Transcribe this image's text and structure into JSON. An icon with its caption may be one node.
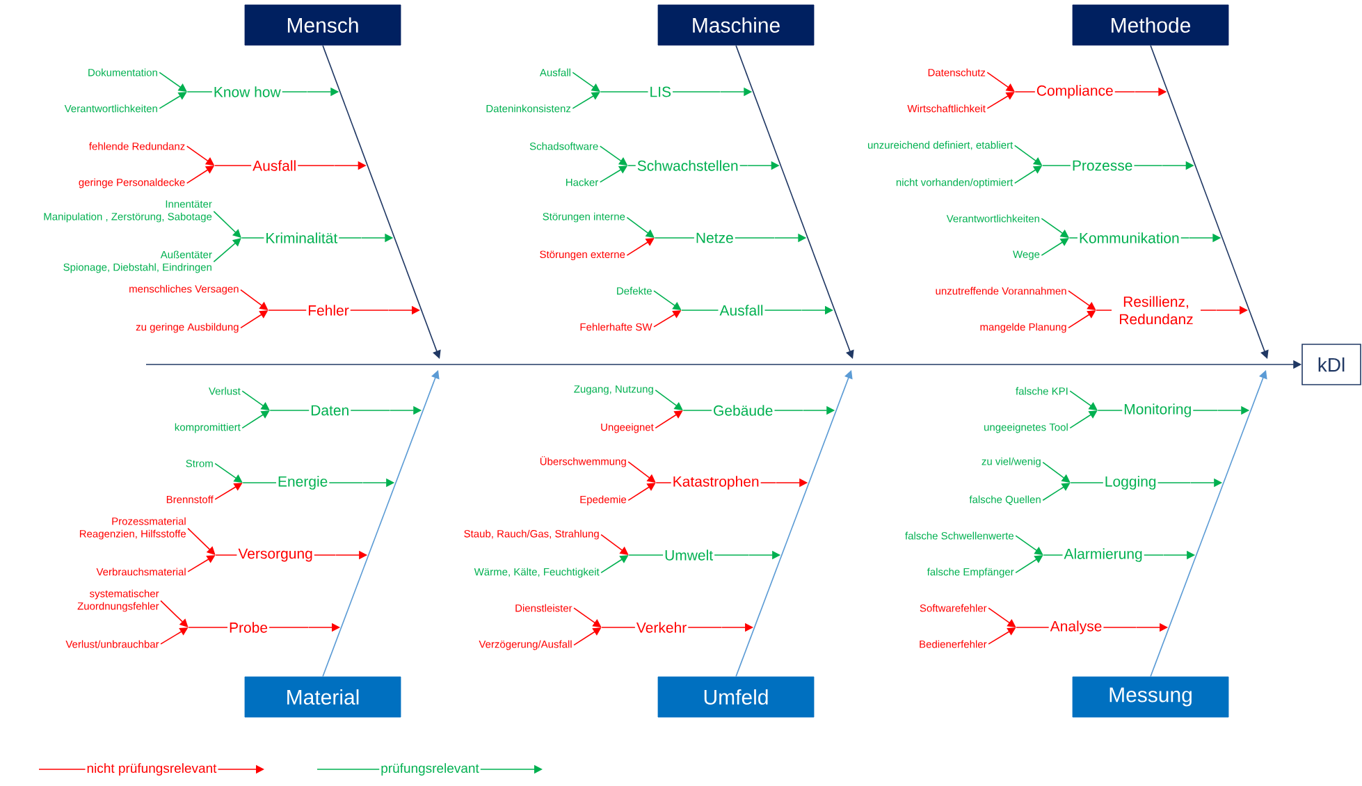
{
  "diagram": {
    "nodes": [
      {
        "text": [
          "Mensch"
        ]
      },
      {
        "text": [
          "Dokumentation"
        ]
      },
      {
        "text": [
          "Verantwortlichkeiten"
        ]
      },
      {
        "text": [
          "Know how"
        ]
      },
      {
        "text": [
          "fehlende Redundanz"
        ]
      },
      {
        "text": [
          "geringe Personaldecke"
        ]
      },
      {
        "text": [
          "Ausfall"
        ]
      },
      {
        "text": [
          "Innentäter",
          "Manipulation , Zerstörung, Sabotage"
        ]
      },
      {
        "text": [
          "Außentäter",
          "Spionage, Diebstahl, Eindringen"
        ]
      },
      {
        "text": [
          "Kriminalität"
        ]
      },
      {
        "text": [
          "menschliches Versagen"
        ]
      },
      {
        "text": [
          "zu geringe Ausbildung"
        ]
      },
      {
        "text": [
          "Fehler"
        ]
      },
      {
        "text": [
          "Maschine"
        ]
      },
      {
        "text": [
          "Ausfall"
        ]
      },
      {
        "text": [
          "Dateninkonsistenz"
        ]
      },
      {
        "text": [
          "LIS"
        ]
      },
      {
        "text": [
          "Schadsoftware"
        ]
      },
      {
        "text": [
          "Hacker"
        ]
      },
      {
        "text": [
          "Schwachstellen"
        ]
      },
      {
        "text": [
          "Störungen interne"
        ]
      },
      {
        "text": [
          "Störungen externe"
        ]
      },
      {
        "text": [
          "Netze"
        ]
      },
      {
        "text": [
          "Defekte"
        ]
      },
      {
        "text": [
          "Fehlerhafte SW"
        ]
      },
      {
        "text": [
          "Ausfall"
        ]
      },
      {
        "text": [
          "Methode"
        ]
      },
      {
        "text": [
          "Datenschutz"
        ]
      },
      {
        "text": [
          "Wirtschaftlichkeit"
        ]
      },
      {
        "text": [
          "Compliance"
        ]
      },
      {
        "text": [
          "unzureichend definiert, etabliert"
        ]
      },
      {
        "text": [
          "nicht vorhanden/optimiert"
        ]
      },
      {
        "text": [
          "Prozesse"
        ]
      },
      {
        "text": [
          "Verantwortlichkeiten"
        ]
      },
      {
        "text": [
          "Wege"
        ]
      },
      {
        "text": [
          "Kommunikation"
        ]
      },
      {
        "text": [
          "unzutreffende Vorannahmen"
        ]
      },
      {
        "text": [
          "mangelde Planung"
        ]
      },
      {
        "text": [
          "Resillienz, Redundanz"
        ]
      },
      {
        "text": [
          "Material"
        ]
      },
      {
        "text": [
          "Verlust"
        ]
      },
      {
        "text": [
          "kompromittiert"
        ]
      },
      {
        "text": [
          "Daten"
        ]
      },
      {
        "text": [
          "Strom"
        ]
      },
      {
        "text": [
          "Brennstoff"
        ]
      },
      {
        "text": [
          "Energie"
        ]
      },
      {
        "text": [
          "Prozessmaterial",
          "Reagenzien, Hilfsstoffe"
        ]
      },
      {
        "text": [
          "Verbrauchsmaterial"
        ]
      },
      {
        "text": [
          "Versorgung"
        ]
      },
      {
        "text": [
          "systematischer Zuordnungsfehler"
        ]
      },
      {
        "text": [
          "Verlust/unbrauchbar"
        ]
      },
      {
        "text": [
          "Probe"
        ]
      },
      {
        "text": [
          "Umfeld"
        ]
      },
      {
        "text": [
          "Zugang, Nutzung"
        ]
      },
      {
        "text": [
          "Ungeeignet"
        ]
      },
      {
        "text": [
          "Gebäude"
        ]
      },
      {
        "text": [
          "Überschwemmung"
        ]
      },
      {
        "text": [
          "Epedemie"
        ]
      },
      {
        "text": [
          "Katastrophen"
        ]
      },
      {
        "text": [
          "Staub, Rauch/Gas, Strahlung"
        ]
      },
      {
        "text": [
          "Wärme, Kälte, Feuchtigkeit"
        ]
      },
      {
        "text": [
          "Umwelt"
        ]
      },
      {
        "text": [
          "Dienstleister"
        ]
      },
      {
        "text": [
          "Verzögerung/Ausfall"
        ]
      },
      {
        "text": [
          "Verkehr"
        ]
      },
      {
        "text": [
          "Messung"
        ]
      },
      {
        "text": [
          "falsche KPI"
        ]
      },
      {
        "text": [
          "ungeeignetes Tool"
        ]
      },
      {
        "text": [
          "Monitoring"
        ]
      },
      {
        "text": [
          "zu viel/wenig"
        ]
      },
      {
        "text": [
          "falsche Quellen"
        ]
      },
      {
        "text": [
          "Logging"
        ]
      },
      {
        "text": [
          "falsche Schwellenwerte"
        ]
      },
      {
        "text": [
          "falsche Empfänger"
        ]
      },
      {
        "text": [
          "Alarmierung"
        ]
      },
      {
        "text": [
          "Softwarefehler"
        ]
      },
      {
        "text": [
          "Bedienerfehler"
        ]
      },
      {
        "text": [
          "Analyse"
        ]
      },
      {
        "text": [
          "kDl"
        ]
      }
    ],
    "edges": [
      {
        "from": 0,
        "to": null,
        "arrow": "to",
        "color": "#203864"
      },
      {
        "from": 1,
        "to": 3,
        "arrow": "to"
      },
      {
        "from": 2,
        "to": 3,
        "arrow": "to"
      },
      {
        "from": 3,
        "to": null,
        "arrow": "to"
      },
      {
        "from": 4,
        "to": 6,
        "arrow": "to",
        "color": "#ff0000"
      },
      {
        "from": 5,
        "to": 6,
        "arrow": "to",
        "color": "#ff0000"
      },
      {
        "from": 6,
        "to": null,
        "arrow": "to",
        "color": "#ff0000"
      },
      {
        "from": 7,
        "to": 9,
        "arrow": "to"
      },
      {
        "from": 8,
        "to": 9,
        "arrow": "to"
      },
      {
        "from": 9,
        "to": null,
        "arrow": "to"
      },
      {
        "from": 10,
        "to": 12,
        "arrow": "to",
        "color": "#ff0000"
      },
      {
        "from": 11,
        "to": 12,
        "arrow": "to",
        "color": "#ff0000"
      },
      {
        "from": 12,
        "to": null,
        "arrow": "to",
        "color": "#ff0000"
      },
      {
        "from": 13,
        "to": null,
        "arrow": "to",
        "color": "#203864"
      },
      {
        "from": 14,
        "to": 16,
        "arrow": "to"
      },
      {
        "from": 15,
        "to": 16,
        "arrow": "to"
      },
      {
        "from": 16,
        "to": null,
        "arrow": "to"
      },
      {
        "from": 17,
        "to": 19,
        "arrow": "to"
      },
      {
        "from": 18,
        "to": 19,
        "arrow": "to"
      },
      {
        "from": 19,
        "to": null,
        "arrow": "to"
      },
      {
        "from": 20,
        "to": 22,
        "arrow": "to"
      },
      {
        "from": 21,
        "to": 22,
        "arrow": "to",
        "color": "#ff0000"
      },
      {
        "from": 22,
        "to": null,
        "arrow": "to"
      },
      {
        "from": 23,
        "to": 25,
        "arrow": "to"
      },
      {
        "from": 24,
        "to": 25,
        "arrow": "to",
        "color": "#ff0000"
      },
      {
        "from": 25,
        "to": null,
        "arrow": "to"
      },
      {
        "from": 26,
        "to": null,
        "arrow": "to",
        "color": "#203864"
      },
      {
        "from": 27,
        "to": 29,
        "arrow": "to",
        "color": "#ff0000"
      },
      {
        "from": 28,
        "to": 29,
        "arrow": "to",
        "color": "#ff0000"
      },
      {
        "from": 29,
        "to": null,
        "arrow": "to",
        "color": "#ff0000"
      },
      {
        "from": 30,
        "to": 32,
        "arrow": "to"
      },
      {
        "from": 31,
        "to": 32,
        "arrow": "to"
      },
      {
        "from": 32,
        "to": null,
        "arrow": "to"
      },
      {
        "from": 33,
        "to": 35,
        "arrow": "to"
      },
      {
        "from": 34,
        "to": 35,
        "arrow": "to"
      },
      {
        "from": 35,
        "to": null,
        "arrow": "to"
      },
      {
        "from": 36,
        "to": 38,
        "arrow": "to",
        "color": "#ff0000"
      },
      {
        "from": 37,
        "to": 38,
        "arrow": "to",
        "color": "#ff0000"
      },
      {
        "from": 38,
        "to": null,
        "arrow": "to",
        "color": "#ff0000"
      },
      {
        "from": 39,
        "to": null,
        "arrow": "to",
        "color": "#5b9bd5"
      },
      {
        "from": 40,
        "to": 42,
        "arrow": "to"
      },
      {
        "from": 41,
        "to": 42,
        "arrow": "to"
      },
      {
        "from": 42,
        "to": null,
        "arrow": "to"
      },
      {
        "from": 43,
        "to": 45,
        "arrow": "to"
      },
      {
        "from": 44,
        "to": 45,
        "arrow": "to",
        "color": "#ff0000"
      },
      {
        "from": 45,
        "to": null,
        "arrow": "to"
      },
      {
        "from": 46,
        "to": 48,
        "arrow": "to",
        "color": "#ff0000"
      },
      {
        "from": 47,
        "to": 48,
        "arrow": "to",
        "color": "#ff0000"
      },
      {
        "from": 48,
        "to": null,
        "arrow": "to",
        "color": "#ff0000"
      },
      {
        "from": 49,
        "to": 51,
        "arrow": "to",
        "color": "#ff0000"
      },
      {
        "from": 50,
        "to": 51,
        "arrow": "to",
        "color": "#ff0000"
      },
      {
        "from": 51,
        "to": null,
        "arrow": "to",
        "color": "#ff0000"
      },
      {
        "from": 52,
        "to": null,
        "arrow": "to",
        "color": "#5b9bd5"
      },
      {
        "from": 53,
        "to": 55,
        "arrow": "to"
      },
      {
        "from": 54,
        "to": 55,
        "arrow": "to",
        "color": "#ff0000"
      },
      {
        "from": 55,
        "to": null,
        "arrow": "to"
      },
      {
        "from": 56,
        "to": 58,
        "arrow": "to",
        "color": "#ff0000"
      },
      {
        "from": 57,
        "to": 58,
        "arrow": "to",
        "color": "#ff0000"
      },
      {
        "from": 58,
        "to": null,
        "arrow": "to",
        "color": "#ff0000"
      },
      {
        "from": 59,
        "to": 61,
        "arrow": "to",
        "color": "#ff0000"
      },
      {
        "from": 60,
        "to": 61,
        "arrow": "to"
      },
      {
        "from": 61,
        "to": null,
        "arrow": "to"
      },
      {
        "from": 62,
        "to": 64,
        "arrow": "to",
        "color": "#ff0000"
      },
      {
        "from": 63,
        "to": 64,
        "arrow": "to",
        "color": "#ff0000"
      },
      {
        "from": 64,
        "to": null,
        "arrow": "to",
        "color": "#ff0000"
      },
      {
        "from": 65,
        "to": null,
        "arrow": "to",
        "color": "#5b9bd5"
      },
      {
        "from": 66,
        "to": 68,
        "arrow": "to"
      },
      {
        "from": 67,
        "to": 68,
        "arrow": "to"
      },
      {
        "from": 68,
        "to": null,
        "arrow": "to"
      },
      {
        "from": 69,
        "to": 71,
        "arrow": "to"
      },
      {
        "from": 70,
        "to": 71,
        "arrow": "to"
      },
      {
        "from": 71,
        "to": null,
        "arrow": "to"
      },
      {
        "from": 72,
        "to": 74,
        "arrow": "to"
      },
      {
        "from": 73,
        "to": 74,
        "arrow": "to"
      },
      {
        "from": 74,
        "to": null,
        "arrow": "to"
      },
      {
        "from": 75,
        "to": 77,
        "arrow": "to",
        "color": "#ff0000"
      },
      {
        "from": 76,
        "to": 77,
        "arrow": "to",
        "color": "#ff0000"
      },
      {
        "from": 77,
        "to": null,
        "arrow": "to",
        "color": "#ff0000"
      },
      {
        "from": null,
        "to": 78,
        "arrow": "to",
        "color": "#203864"
      }
    ],
    "legend": [
      {
        "text": "nicht prüfungsrelevant"
      },
      {
        "text": "prüfungsrelevant"
      }
    ]
  }
}
